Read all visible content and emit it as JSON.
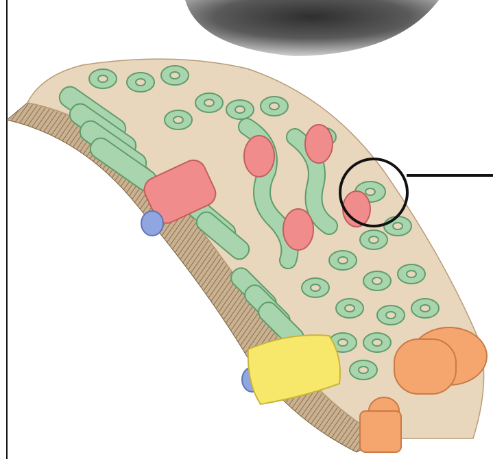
{
  "figure": {
    "colors": {
      "background": "#ffffff",
      "micrograph_dark": "#2e2e2e",
      "micrograph_light": "#cfcfcf",
      "cytoplasm": "#e8d6bd",
      "membrane_stripes": "#8a6f4c",
      "tubule_fill": "#a8d5ae",
      "tubule_stroke": "#5f9c6b",
      "red_cylinder": "#f08c8c",
      "blue_cap": "#8fa6e0",
      "yellow_cylinder": "#f7e86b",
      "orange_atp_synthase": "#f5a66e",
      "callout": "#111111"
    },
    "parts": [
      "micrograph-cell",
      "membrane-cross-section",
      "green-tubules",
      "red-cylinders",
      "yellow-cylinder",
      "orange-complex",
      "callout-circle",
      "leader-line"
    ]
  }
}
